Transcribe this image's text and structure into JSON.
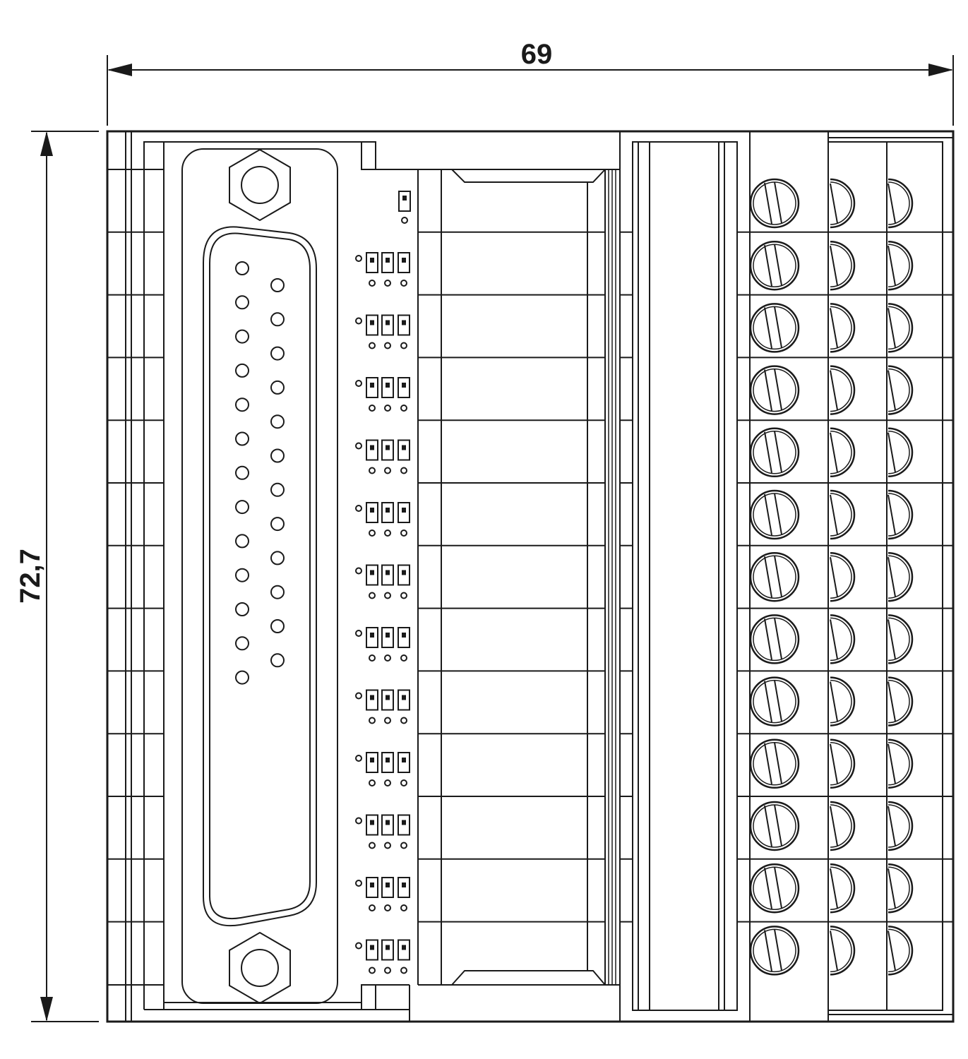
{
  "dimensions": {
    "width_label": "69",
    "height_label": "72,7"
  },
  "component": {
    "connector_type": "D-SUB 25",
    "sub_d_top_row_pins": 13,
    "sub_d_bottom_row_pins": 12,
    "led_groups": 12,
    "terminal_rows": 13,
    "terminal_columns": 3
  },
  "colors": {
    "line": "#1a1a1a",
    "background": "#ffffff"
  }
}
